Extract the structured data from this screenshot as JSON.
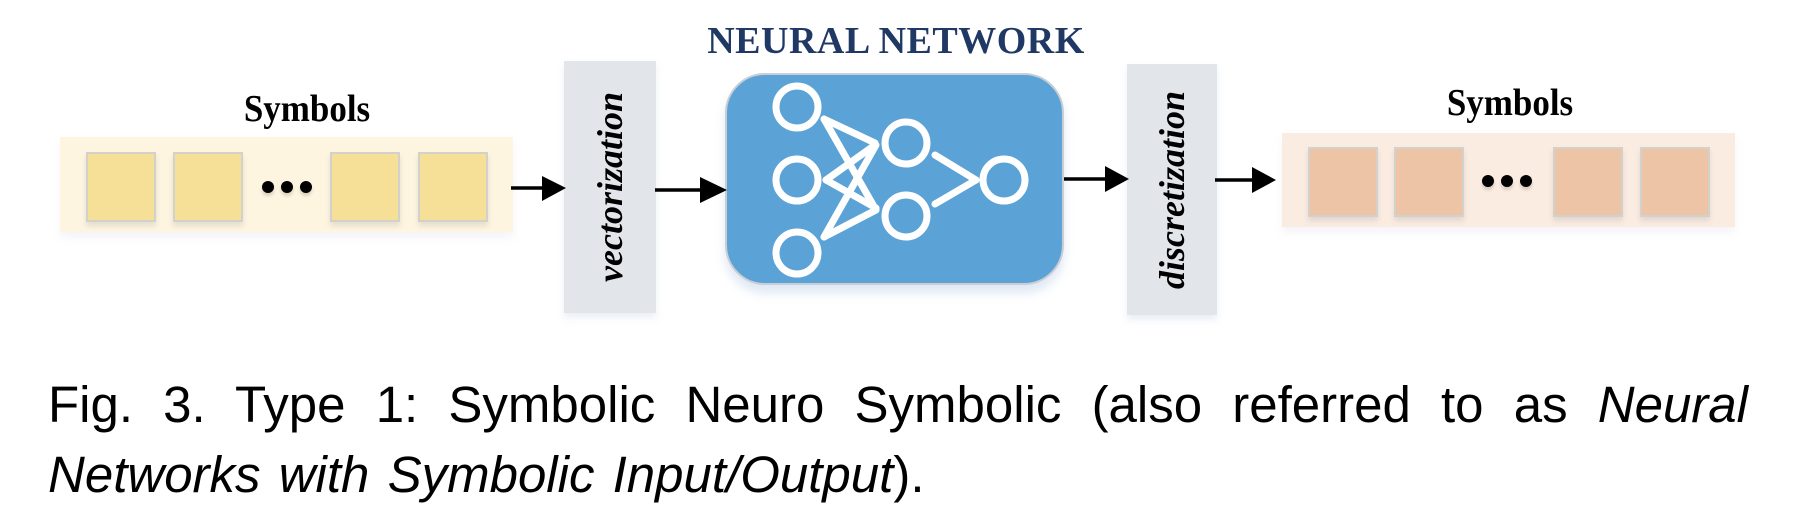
{
  "figure": {
    "input": {
      "label": "Symbols",
      "symbol_count_shown": 4,
      "ellipsis": "•••",
      "colors": {
        "strip": "#FDF5E0",
        "square": "#F6DF96"
      }
    },
    "step1": {
      "label": "vectorization"
    },
    "network": {
      "title": "NEURAL NETWORK",
      "title_color": "#1F3864",
      "box_color": "#5BA3D6",
      "layers": [
        3,
        2,
        1
      ]
    },
    "step2": {
      "label": "discretization"
    },
    "output": {
      "label": "Symbols",
      "symbol_count_shown": 4,
      "ellipsis": "•••",
      "colors": {
        "strip": "#FBECE2",
        "square": "#EEC4A7"
      }
    }
  },
  "caption": {
    "prefix": "Fig. 3. Type 1: Symbolic Neuro Symbolic (also referred to as ",
    "italic": "Neural Networks with Symbolic Input/Output",
    "suffix": ")."
  }
}
